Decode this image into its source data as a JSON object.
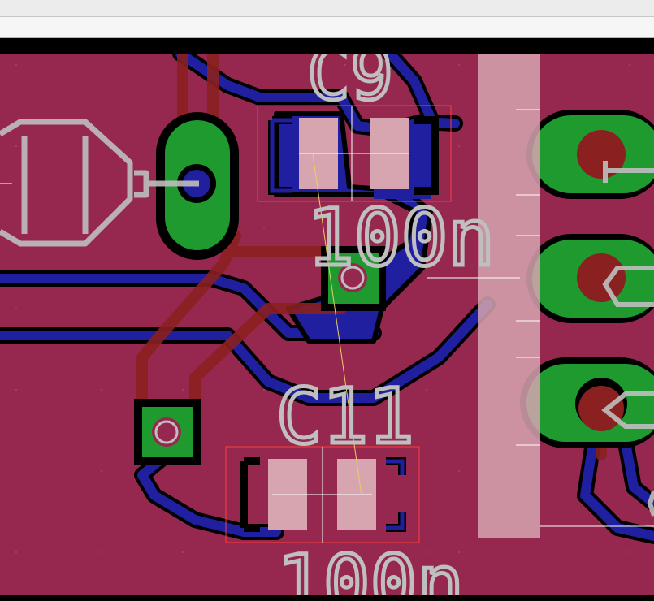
{
  "window": {
    "title": ""
  },
  "board": {
    "colors": {
      "background": "#96284f",
      "top_copper": "#8b2020",
      "bottom_copper": "#1f1fa0",
      "pad": "#1f9a2f",
      "pad_outline": "#000000",
      "drill": "#8b2020",
      "silkscreen": "#bfbfbf",
      "documentation": "#d7a5b0",
      "ratsnest": "#e8d060",
      "outline_red": "#ff3b3b"
    },
    "labels": {
      "c9_name": "C9",
      "c9_value": "100n",
      "c11_name": "C11",
      "c11_value": "100n"
    },
    "components": [
      {
        "name": "C9",
        "value": "100n",
        "package": "smd-0805"
      },
      {
        "name": "C11",
        "value": "100n",
        "package": "smd-0805"
      }
    ]
  }
}
